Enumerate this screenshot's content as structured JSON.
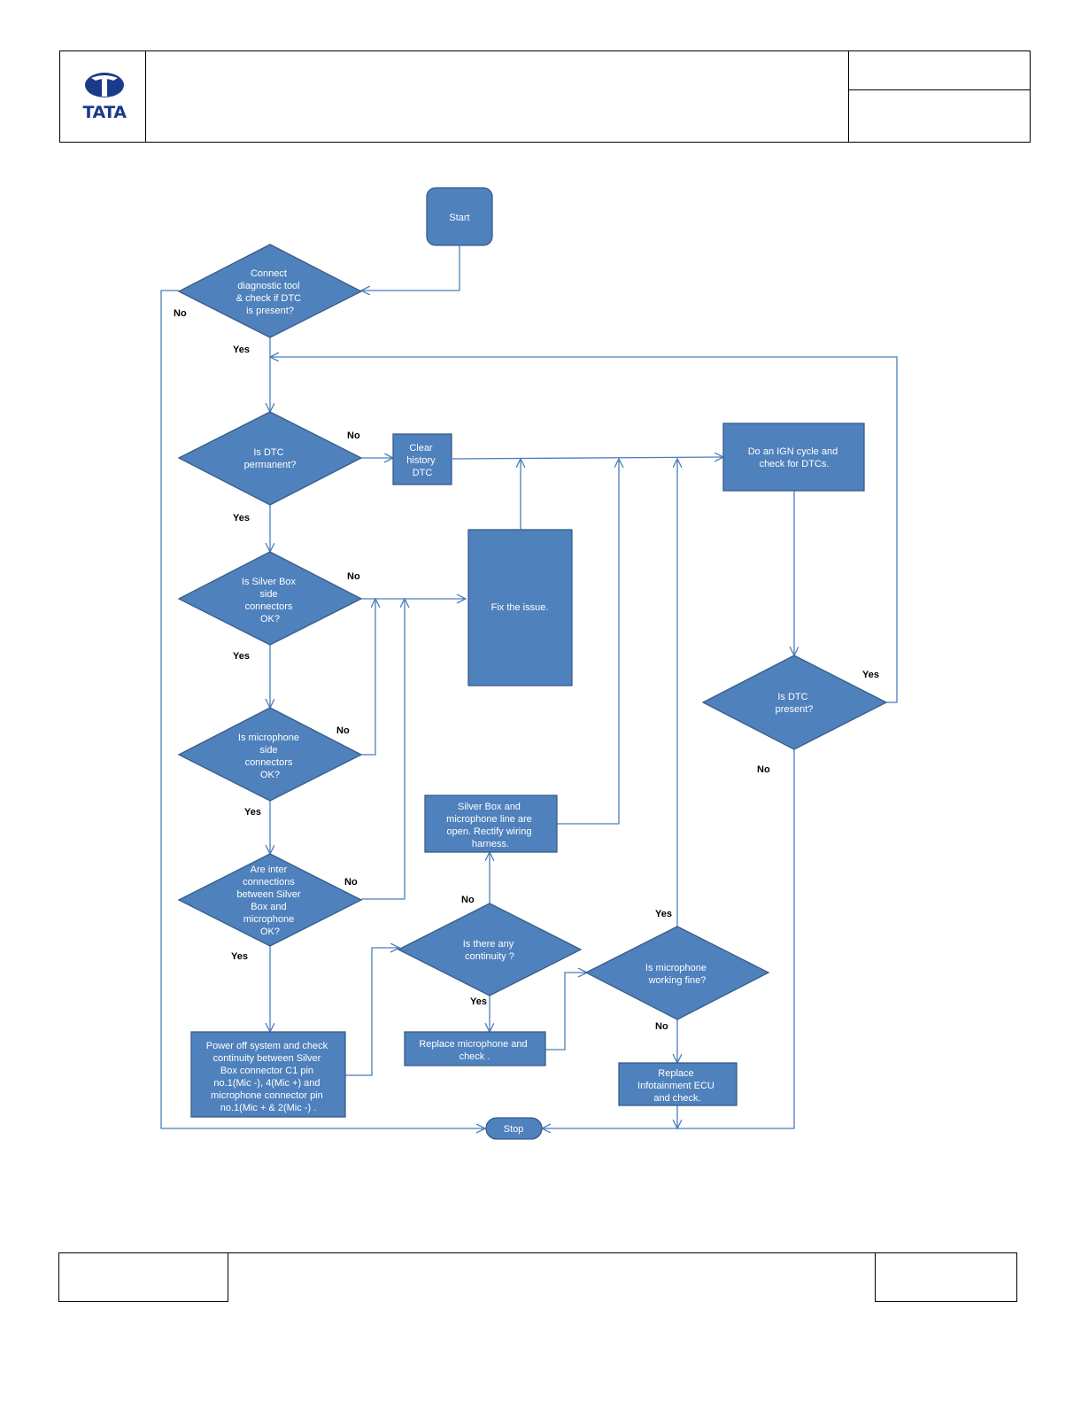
{
  "header": {
    "logo_text": "TATA",
    "title": "",
    "doc_no": "",
    "rev": ""
  },
  "footer": {
    "left": "",
    "middle": "",
    "right": ""
  },
  "colors": {
    "shape_fill": "#4f81bd",
    "shape_stroke": "#385d8a",
    "connector": "#4a7ebb",
    "logo": "#1a3a8a"
  },
  "nodes": {
    "start": [
      "Start"
    ],
    "q_dtc_present": [
      "Connect",
      "diagnostic tool",
      "& check if DTC",
      "is present?"
    ],
    "q_dtc_permanent": [
      "Is DTC",
      "permanent?"
    ],
    "clear_history": [
      "Clear",
      "history",
      "DTC"
    ],
    "ign_cycle": [
      "Do an IGN cycle and",
      "check for DTCs."
    ],
    "q_silverbox": [
      "Is  Silver Box",
      "side",
      "connectors",
      "OK?"
    ],
    "fix_issue": [
      "Fix the issue."
    ],
    "q_mic_side": [
      "Is microphone",
      "side",
      "connectors",
      "OK?"
    ],
    "q_dtc_present2": [
      "Is DTC",
      "present?"
    ],
    "open_line": [
      "Silver Box and",
      "microphone line are",
      "open. Rectify  wiring",
      "harness."
    ],
    "q_inter": [
      "Are inter",
      "connections",
      "between Silver",
      "Box and",
      "microphone",
      "OK?"
    ],
    "q_continuity": [
      "Is there any",
      "continuity ?"
    ],
    "q_mic_working": [
      "Is microphone",
      "working fine?"
    ],
    "replace_mic": [
      "Replace microphone and",
      "check ."
    ],
    "replace_ecu": [
      "Replace",
      "Infotainment ECU",
      "and check."
    ],
    "power_off": [
      "Power off system and check",
      "continuity between Silver",
      "Box connector C1 pin",
      "no.1(Mic -), 4(Mic +) and",
      "microphone connector pin",
      "no.1(Mic + & 2(Mic -) ."
    ],
    "stop": [
      "Stop"
    ]
  },
  "edge_labels": {
    "q1_no": "No",
    "q1_yes": "Yes",
    "q2_no": "No",
    "q2_yes": "Yes",
    "q3_no": "No",
    "q3_yes": "Yes",
    "q4_no": "No",
    "q4_yes": "Yes",
    "q5_no": "No",
    "q5_yes": "Yes",
    "qdtc2_yes": "Yes",
    "qdtc2_no": "No",
    "qcont_no": "No",
    "qcont_yes": "Yes",
    "qmic_yes": "Yes",
    "qmic_no": "No"
  }
}
